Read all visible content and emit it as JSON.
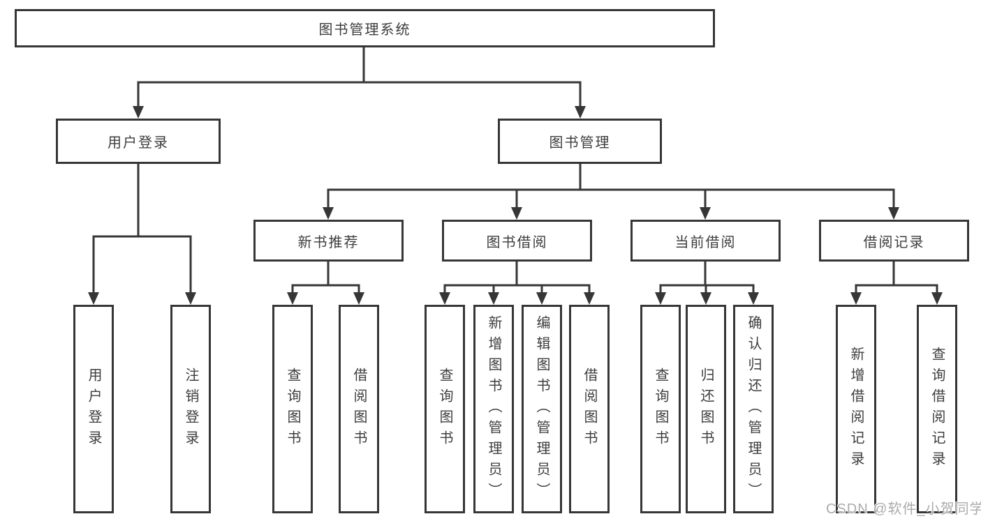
{
  "tree": {
    "label": "图书管理系统",
    "children": [
      {
        "label": "用户登录",
        "children": [
          {
            "label": "用户登录"
          },
          {
            "label": "注销登录"
          }
        ]
      },
      {
        "label": "图书管理",
        "children": [
          {
            "label": "新书推荐",
            "children": [
              {
                "label": "查询图书"
              },
              {
                "label": "借阅图书"
              }
            ]
          },
          {
            "label": "图书借阅",
            "children": [
              {
                "label": "查询图书"
              },
              {
                "label": "新增图书（管理员）"
              },
              {
                "label": "编辑图书（管理员）"
              },
              {
                "label": "借阅图书"
              }
            ]
          },
          {
            "label": "当前借阅",
            "children": [
              {
                "label": "查询图书"
              },
              {
                "label": "归还图书"
              },
              {
                "label": "确认归还（管理员）"
              }
            ]
          },
          {
            "label": "借阅记录",
            "children": [
              {
                "label": "新增借阅记录"
              },
              {
                "label": "查询借阅记录"
              }
            ]
          }
        ]
      }
    ]
  },
  "watermark": "CSDN @软件_小贺同学",
  "colors": {
    "line": "#363636",
    "border": "#363636",
    "text": "#3d3d3d",
    "watermark": "#ababab",
    "background": "#ffffff"
  }
}
